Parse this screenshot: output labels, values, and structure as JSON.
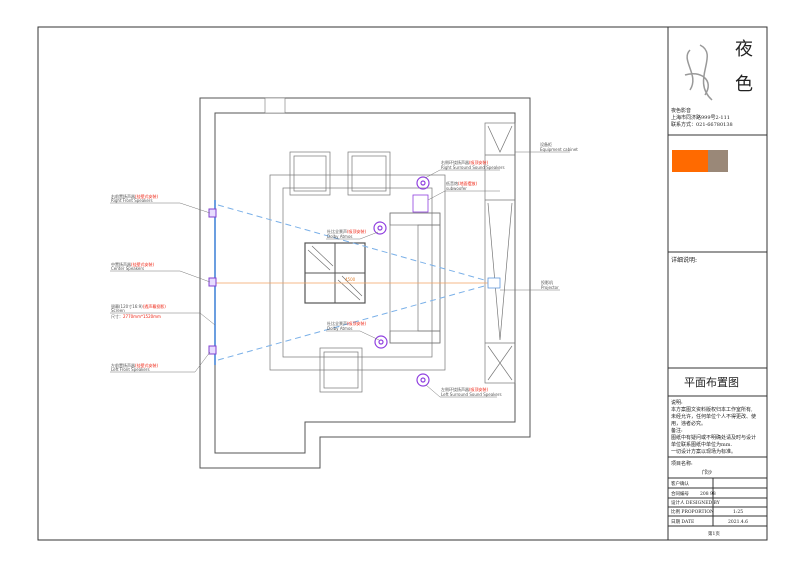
{
  "title_block": {
    "logo_chars": [
      "夜",
      "色"
    ],
    "company": "夜色影音",
    "address": "上海市同济路999号2-111",
    "contact": "联系方式：021-66780138",
    "accent_colors": [
      "#ff6a00",
      "#9a8878"
    ],
    "detail_label": "详细说明:",
    "drawing_title": "平面布置图",
    "notes": [
      "说明:",
      "本方案图文资料版权归本工作室所有,",
      "未经允许，任何单位个人不得更改、使",
      "用，违者必究。",
      "备注:",
      "图纸中有疑问或不明确处请及时与设计",
      "单位联系图纸中单位为mm.",
      "一切设计方案以现场为标准。"
    ],
    "project_label": "项目名称:",
    "project_name": "邝沙",
    "rows": [
      {
        "label": "客户确认",
        "value": ""
      },
      {
        "label": "合同编号",
        "value": "208 98"
      },
      {
        "label": "设计人 DESIGNED BY",
        "value": ""
      },
      {
        "label": "比例  PROPORTION",
        "value": "1:25"
      },
      {
        "label": "日期  DATE",
        "value": "2021.4.6"
      }
    ],
    "page": "第1页"
  },
  "plan": {
    "labels": {
      "rf_cn": "右前置扬声器",
      "rf_note": "(挂壁式安装)",
      "rf_en": "Right Front Speakers",
      "c_cn": "中置扬声器",
      "c_note": "(挂壁式安装)",
      "c_en": "Center Speakers",
      "scr_cn": "银幕(120寸16:9)",
      "scr_note": "(透声幕投影)",
      "scr_en": "Screen",
      "scr_size_label": "尺寸：",
      "scr_size": "2770mm*1520mm",
      "lf_cn": "左前置扬声器",
      "lf_note": "(挂壁式安装)",
      "lf_en": "Left Front Speakers",
      "rs_cn": "右侧环绕扬声器",
      "rs_note": "(吸顶安装)",
      "rs_en": "Right Surround Sound Speakers",
      "sub_cn": "低音炮",
      "sub_note": "(地面摆放)",
      "sub_en": "subwoofer",
      "atmos1_cn": "杜比全景声",
      "atmos1_note": "(吸顶安装)",
      "atmos1_en": "Dolby Atmos",
      "atmos2_cn": "杜比全景声",
      "atmos2_note": "(吸顶安装)",
      "atmos2_en": "Dolby Atmos",
      "ls_cn": "左侧环绕扬声器",
      "ls_note": "(吸顶安装)",
      "ls_en": "Left Surround Sound Speakers",
      "eq_cn": "设备柜",
      "eq_en": "Equipment cabinet",
      "pj_cn": "投影机",
      "pj_en": "Projector",
      "distance": "4500"
    }
  }
}
